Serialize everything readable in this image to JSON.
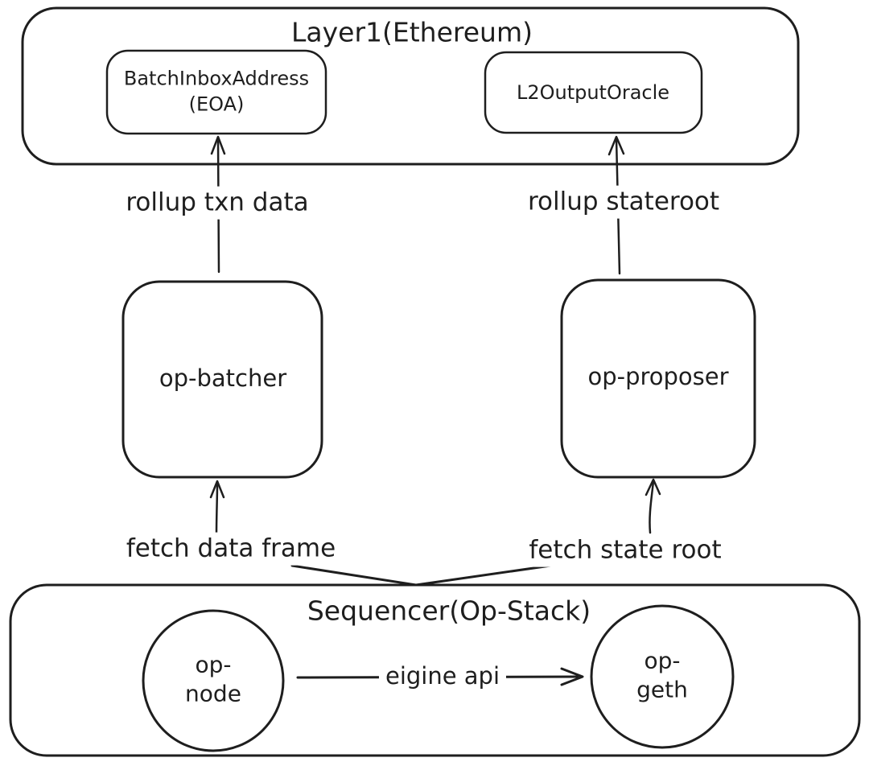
{
  "diagram": {
    "style": {
      "stroke_color": "#1e1e1e",
      "background_color": "#ffffff"
    },
    "layer1": {
      "title": "Layer1(Ethereum)",
      "batch_inbox": {
        "line1": "BatchInboxAddress",
        "line2": "(EOA)"
      },
      "l2_output_oracle": {
        "label": "L2OutputOracle"
      }
    },
    "middle": {
      "op_batcher": {
        "label": "op-batcher"
      },
      "op_proposer": {
        "label": "op-proposer"
      }
    },
    "sequencer": {
      "title": "Sequencer(Op-Stack)",
      "op_node": {
        "line1": "op-",
        "line2": "node"
      },
      "op_geth": {
        "line1": "op-",
        "line2": "geth"
      }
    },
    "edges": {
      "rollup_txn_data": "rollup txn data",
      "rollup_stateroot": "rollup stateroot",
      "fetch_data_frame": "fetch data frame",
      "fetch_state_root": "fetch state root",
      "engine_api": "eigine api"
    }
  }
}
